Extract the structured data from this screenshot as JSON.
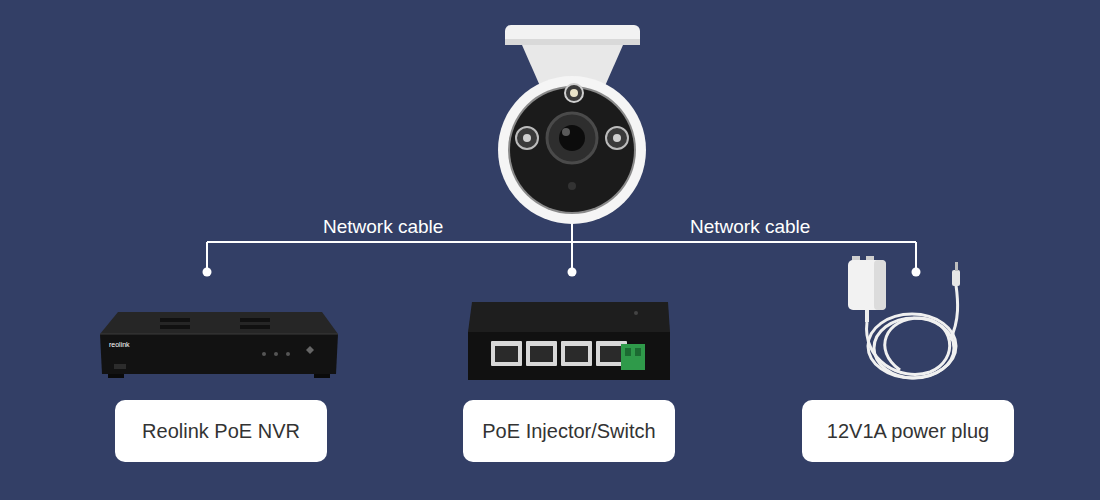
{
  "diagram": {
    "nodes": [
      {
        "text": [
          "Reolink PoE NVR"
        ]
      },
      {
        "text": [
          "PoE Injector/Switch"
        ]
      },
      {
        "text": [
          "12V1A power plug"
        ]
      }
    ],
    "labels": [
      "Network cable",
      "Network cable",
      "reolink"
    ]
  }
}
